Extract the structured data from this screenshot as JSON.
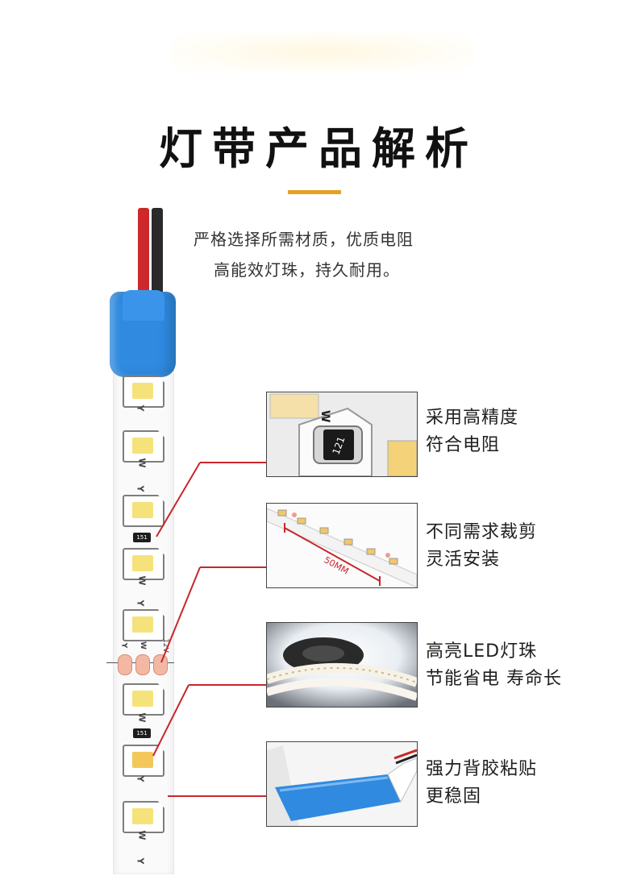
{
  "header": {
    "title": "灯带产品解析",
    "intro_line1": "严格选择所需材质，优质电阻",
    "intro_line2": "高能效灯珠，持久耐用。"
  },
  "colors": {
    "accent": "#e5a025",
    "leader_line": "#c8262a",
    "connector_blue": "#2f8ae0"
  },
  "strip": {
    "chip_marks": [
      "Y",
      "W",
      "Y",
      "W",
      "Y",
      "W",
      "Y",
      "W",
      "Y",
      "W"
    ],
    "resistor_code": "151",
    "pad_marks": [
      "Y",
      "W",
      "12V"
    ]
  },
  "features": [
    {
      "line1": "采用高精度",
      "line2": "符合电阻",
      "image_text": "121",
      "image_mark": "W"
    },
    {
      "line1": "不同需求裁剪",
      "line2": "灵活安装",
      "image_text": "50MM"
    },
    {
      "line1": "高亮LED灯珠",
      "line2": "节能省电 寿命长"
    },
    {
      "line1": "强力背胶粘贴",
      "line2": "更稳固"
    }
  ]
}
